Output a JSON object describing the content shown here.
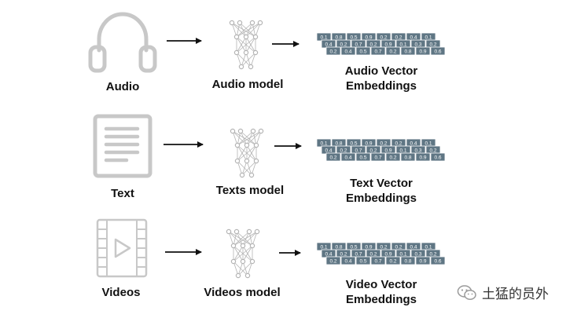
{
  "rows": [
    {
      "input_label": "Audio",
      "input_icon": "headphones-icon",
      "model_label": "Audio model",
      "output_label_line1": "Audio Vector",
      "output_label_line2": "Embeddings"
    },
    {
      "input_label": "Text",
      "input_icon": "document-icon",
      "model_label": "Texts model",
      "output_label_line1": "Text Vector",
      "output_label_line2": "Embeddings"
    },
    {
      "input_label": "Videos",
      "input_icon": "film-play-icon",
      "model_label": "Videos model",
      "output_label_line1": "Video Vector",
      "output_label_line2": "Embeddings"
    }
  ],
  "embedding_values": {
    "back": [
      "0.1",
      "0.8",
      "0.5",
      "0.9",
      "0.2",
      "0.2",
      "0.4",
      "0.1"
    ],
    "middle": [
      "0.4",
      "0.2",
      "0.7",
      "0.2",
      "0.9",
      "0.1",
      "0.3",
      "0.2"
    ],
    "front": [
      "0.2",
      "0.4",
      "0.5",
      "0.7",
      "0.2",
      "0.8",
      "0.9",
      "0.6"
    ]
  },
  "colors": {
    "icon_gray": "#c8c8c8",
    "network_gray": "#b4b4b4",
    "cell_fill": "#5f7684",
    "cell_text": "#ffffff",
    "arrow": "#111111"
  },
  "watermark": {
    "icon": "wechat-icon",
    "text": "土猛的员外"
  }
}
